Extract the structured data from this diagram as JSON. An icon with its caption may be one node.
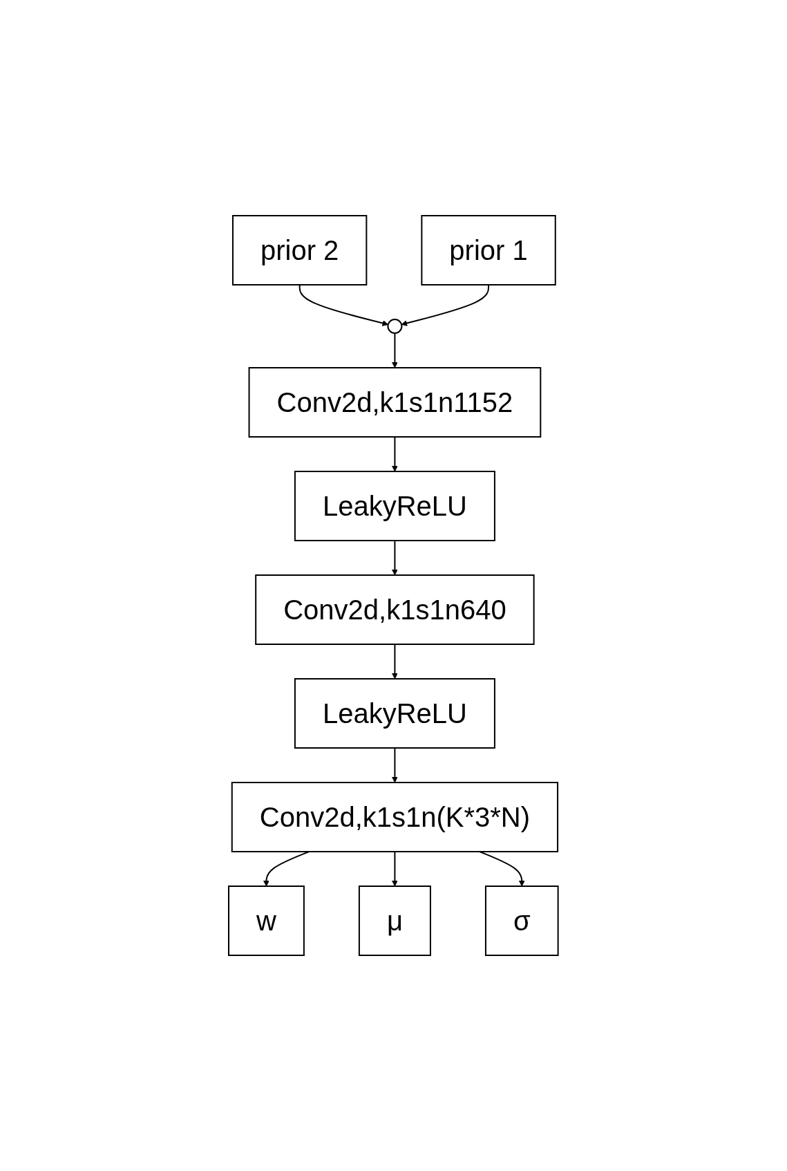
{
  "diagram": {
    "nodes": [
      {
        "text": [
          "prior 2"
        ]
      },
      {
        "text": [
          "prior 1"
        ]
      },
      {
        "text": [],
        "shape": "circle"
      },
      {
        "text": [
          "Conv2d,k1s1n1152"
        ]
      },
      {
        "text": [
          "LeakyReLU"
        ]
      },
      {
        "text": [
          "Conv2d,k1s1n640"
        ]
      },
      {
        "text": [
          "LeakyReLU"
        ]
      },
      {
        "text": [
          "Conv2d,k1s1n(K*3*N)"
        ]
      },
      {
        "text": [
          "w"
        ]
      },
      {
        "text": [
          "μ"
        ]
      },
      {
        "text": [
          "σ"
        ]
      }
    ],
    "edges": [
      {
        "from": 0,
        "to": 2,
        "arrow": "to"
      },
      {
        "from": 1,
        "to": 2,
        "arrow": "to"
      },
      {
        "from": 2,
        "to": 3,
        "arrow": "to"
      },
      {
        "from": 3,
        "to": 4,
        "arrow": "to"
      },
      {
        "from": 4,
        "to": 5,
        "arrow": "to"
      },
      {
        "from": 5,
        "to": 6,
        "arrow": "to"
      },
      {
        "from": 6,
        "to": 7,
        "arrow": "to"
      },
      {
        "from": 7,
        "to": 8,
        "arrow": "to"
      },
      {
        "from": 7,
        "to": 9,
        "arrow": "to"
      },
      {
        "from": 7,
        "to": 10,
        "arrow": "to"
      }
    ]
  }
}
